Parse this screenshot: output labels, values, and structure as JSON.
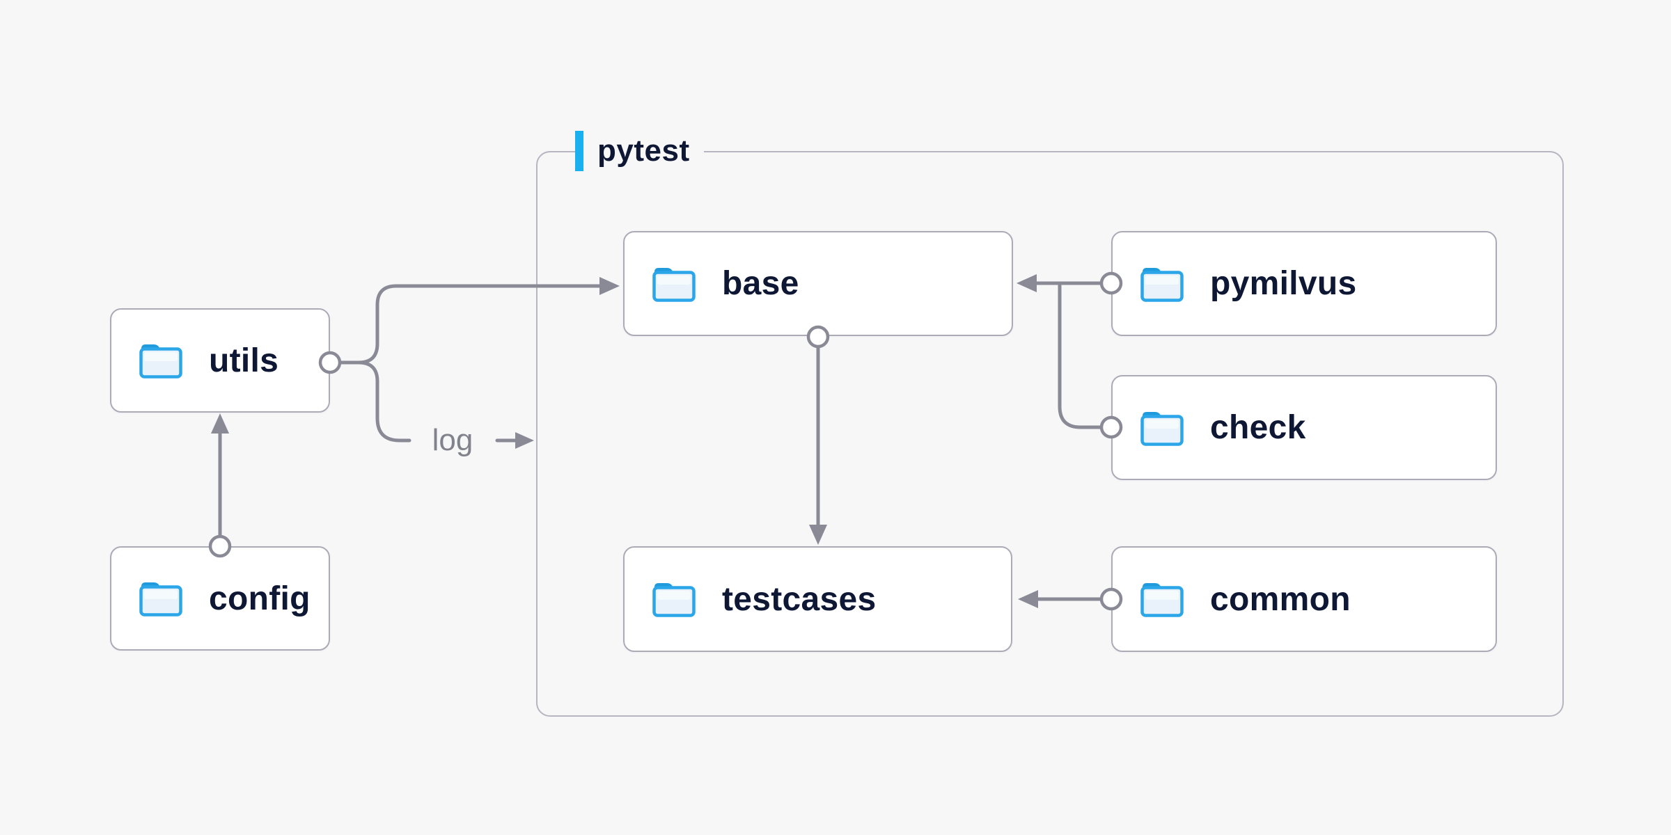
{
  "diagram": {
    "background_color": "#f7f7f8",
    "group": {
      "label": "pytest",
      "accent_color": "#18b0ee",
      "border_color": "#b6b6c2"
    },
    "nodes": [
      {
        "id": "utils",
        "label": "utils",
        "icon": "folder-icon",
        "group": null
      },
      {
        "id": "config",
        "label": "config",
        "icon": "folder-icon",
        "group": null
      },
      {
        "id": "base",
        "label": "base",
        "icon": "folder-icon",
        "group": "pytest"
      },
      {
        "id": "pymilvus",
        "label": "pymilvus",
        "icon": "folder-icon",
        "group": "pytest"
      },
      {
        "id": "check",
        "label": "check",
        "icon": "folder-icon",
        "group": "pytest"
      },
      {
        "id": "testcases",
        "label": "testcases",
        "icon": "folder-icon",
        "group": "pytest"
      },
      {
        "id": "common",
        "label": "common",
        "icon": "folder-icon",
        "group": "pytest"
      }
    ],
    "edges": [
      {
        "from": "config",
        "to": "utils"
      },
      {
        "from": "utils",
        "to": "base"
      },
      {
        "from": "utils",
        "to": "log",
        "label": "log"
      },
      {
        "from": "pymilvus",
        "to": "base"
      },
      {
        "from": "check",
        "to": "base"
      },
      {
        "from": "base",
        "to": "testcases"
      },
      {
        "from": "common",
        "to": "testcases"
      }
    ],
    "edge_label_log": "log",
    "colors": {
      "node_fill": "#ffffff",
      "node_border": "#ababb8",
      "node_text": "#0e1834",
      "connector": "#8a8a96",
      "edge_label_text": "#82828c",
      "folder_blue": "#2ba6e8",
      "folder_tab_blue": "#1f9bdd",
      "folder_fill": "#e9f2fb"
    }
  }
}
